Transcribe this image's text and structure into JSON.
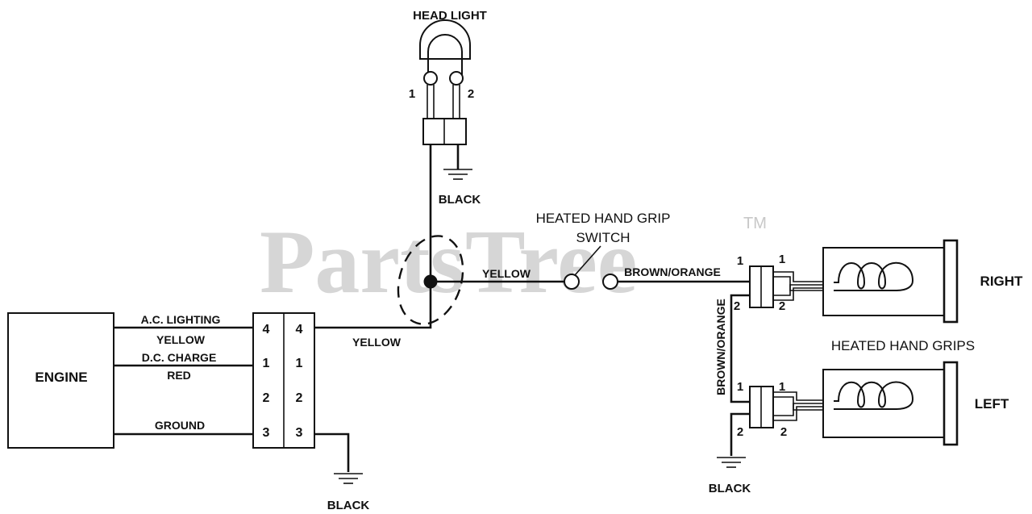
{
  "watermark": {
    "text": "PartsTree",
    "trademark": "TM"
  },
  "headlight": {
    "title": "HEAD LIGHT",
    "pin1": "1",
    "pin2": "2",
    "ground_wire": "BLACK"
  },
  "switch": {
    "line1": "HEATED HAND GRIP",
    "line2": "SWITCH"
  },
  "engine": {
    "label": "ENGINE"
  },
  "engine_wires": [
    {
      "name": "A.C. LIGHTING",
      "color": "YELLOW"
    },
    {
      "name": "D.C. CHARGE",
      "color": "RED"
    },
    {
      "name": "GROUND"
    }
  ],
  "connector": {
    "left_pins": [
      "4",
      "1",
      "2",
      "3"
    ],
    "right_pins": [
      "4",
      "1",
      "2",
      "3"
    ]
  },
  "wires": {
    "yellow_out": "YELLOW",
    "yellow_switch": "YELLOW",
    "brown_orange_h": "BROWN/ORANGE",
    "brown_orange_v": "BROWN/ORANGE",
    "engine_ground": "BLACK",
    "grips_ground": "BLACK"
  },
  "grips": {
    "title": "HEATED HAND GRIPS",
    "right": {
      "label": "RIGHT",
      "pin1": "1",
      "pin2": "2",
      "conn_pin1": "1",
      "conn_pin2": "2"
    },
    "left": {
      "label": "LEFT",
      "pin1": "1",
      "pin2": "2",
      "conn_pin1": "1",
      "conn_pin2": "2"
    }
  }
}
